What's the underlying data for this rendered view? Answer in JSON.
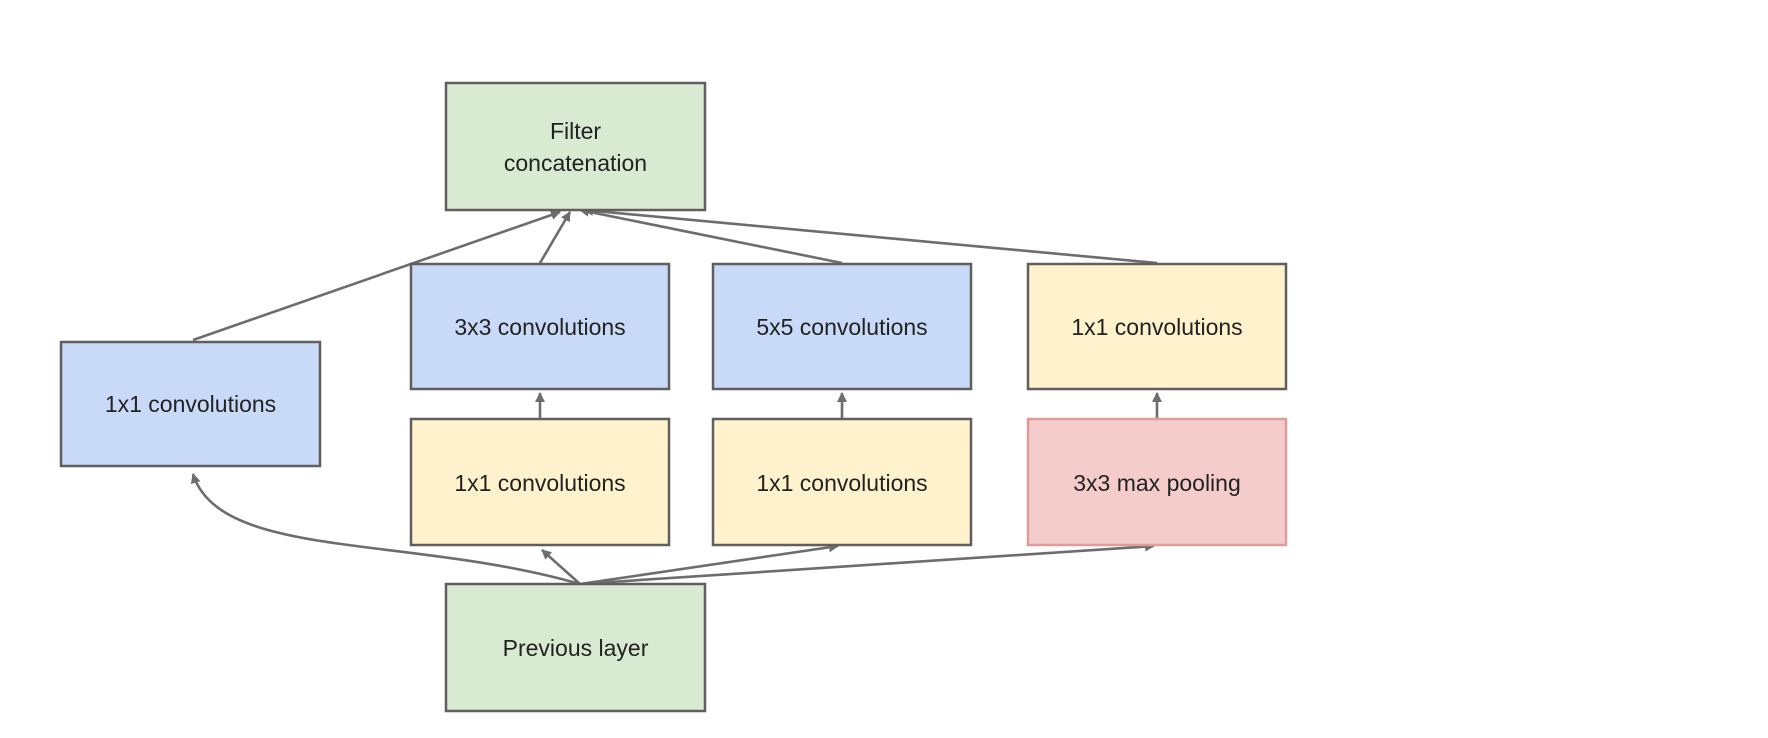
{
  "colors": {
    "green_fill": "#d9ead3",
    "blue_fill": "#c9daf8",
    "yellow_fill": "#fff2cc",
    "red_fill": "#f4cccc",
    "default_stroke": "#5f5f5f",
    "pool_stroke": "#e09b9b",
    "arrow": "#6d6d6d"
  },
  "nodes": {
    "filter_concat": {
      "lines": [
        "Filter",
        "concatenation"
      ]
    },
    "previous_layer": {
      "label": "Previous layer"
    },
    "branch1_conv1x1": {
      "label": "1x1 convolutions"
    },
    "branch2_reduce": {
      "label": "1x1 convolutions"
    },
    "branch2_conv3x3": {
      "label": "3x3 convolutions"
    },
    "branch3_reduce": {
      "label": "1x1 convolutions"
    },
    "branch3_conv5x5": {
      "label": "5x5 convolutions"
    },
    "branch4_pool": {
      "label": "3x3 max pooling"
    },
    "branch4_proj": {
      "label": "1x1 convolutions"
    }
  }
}
